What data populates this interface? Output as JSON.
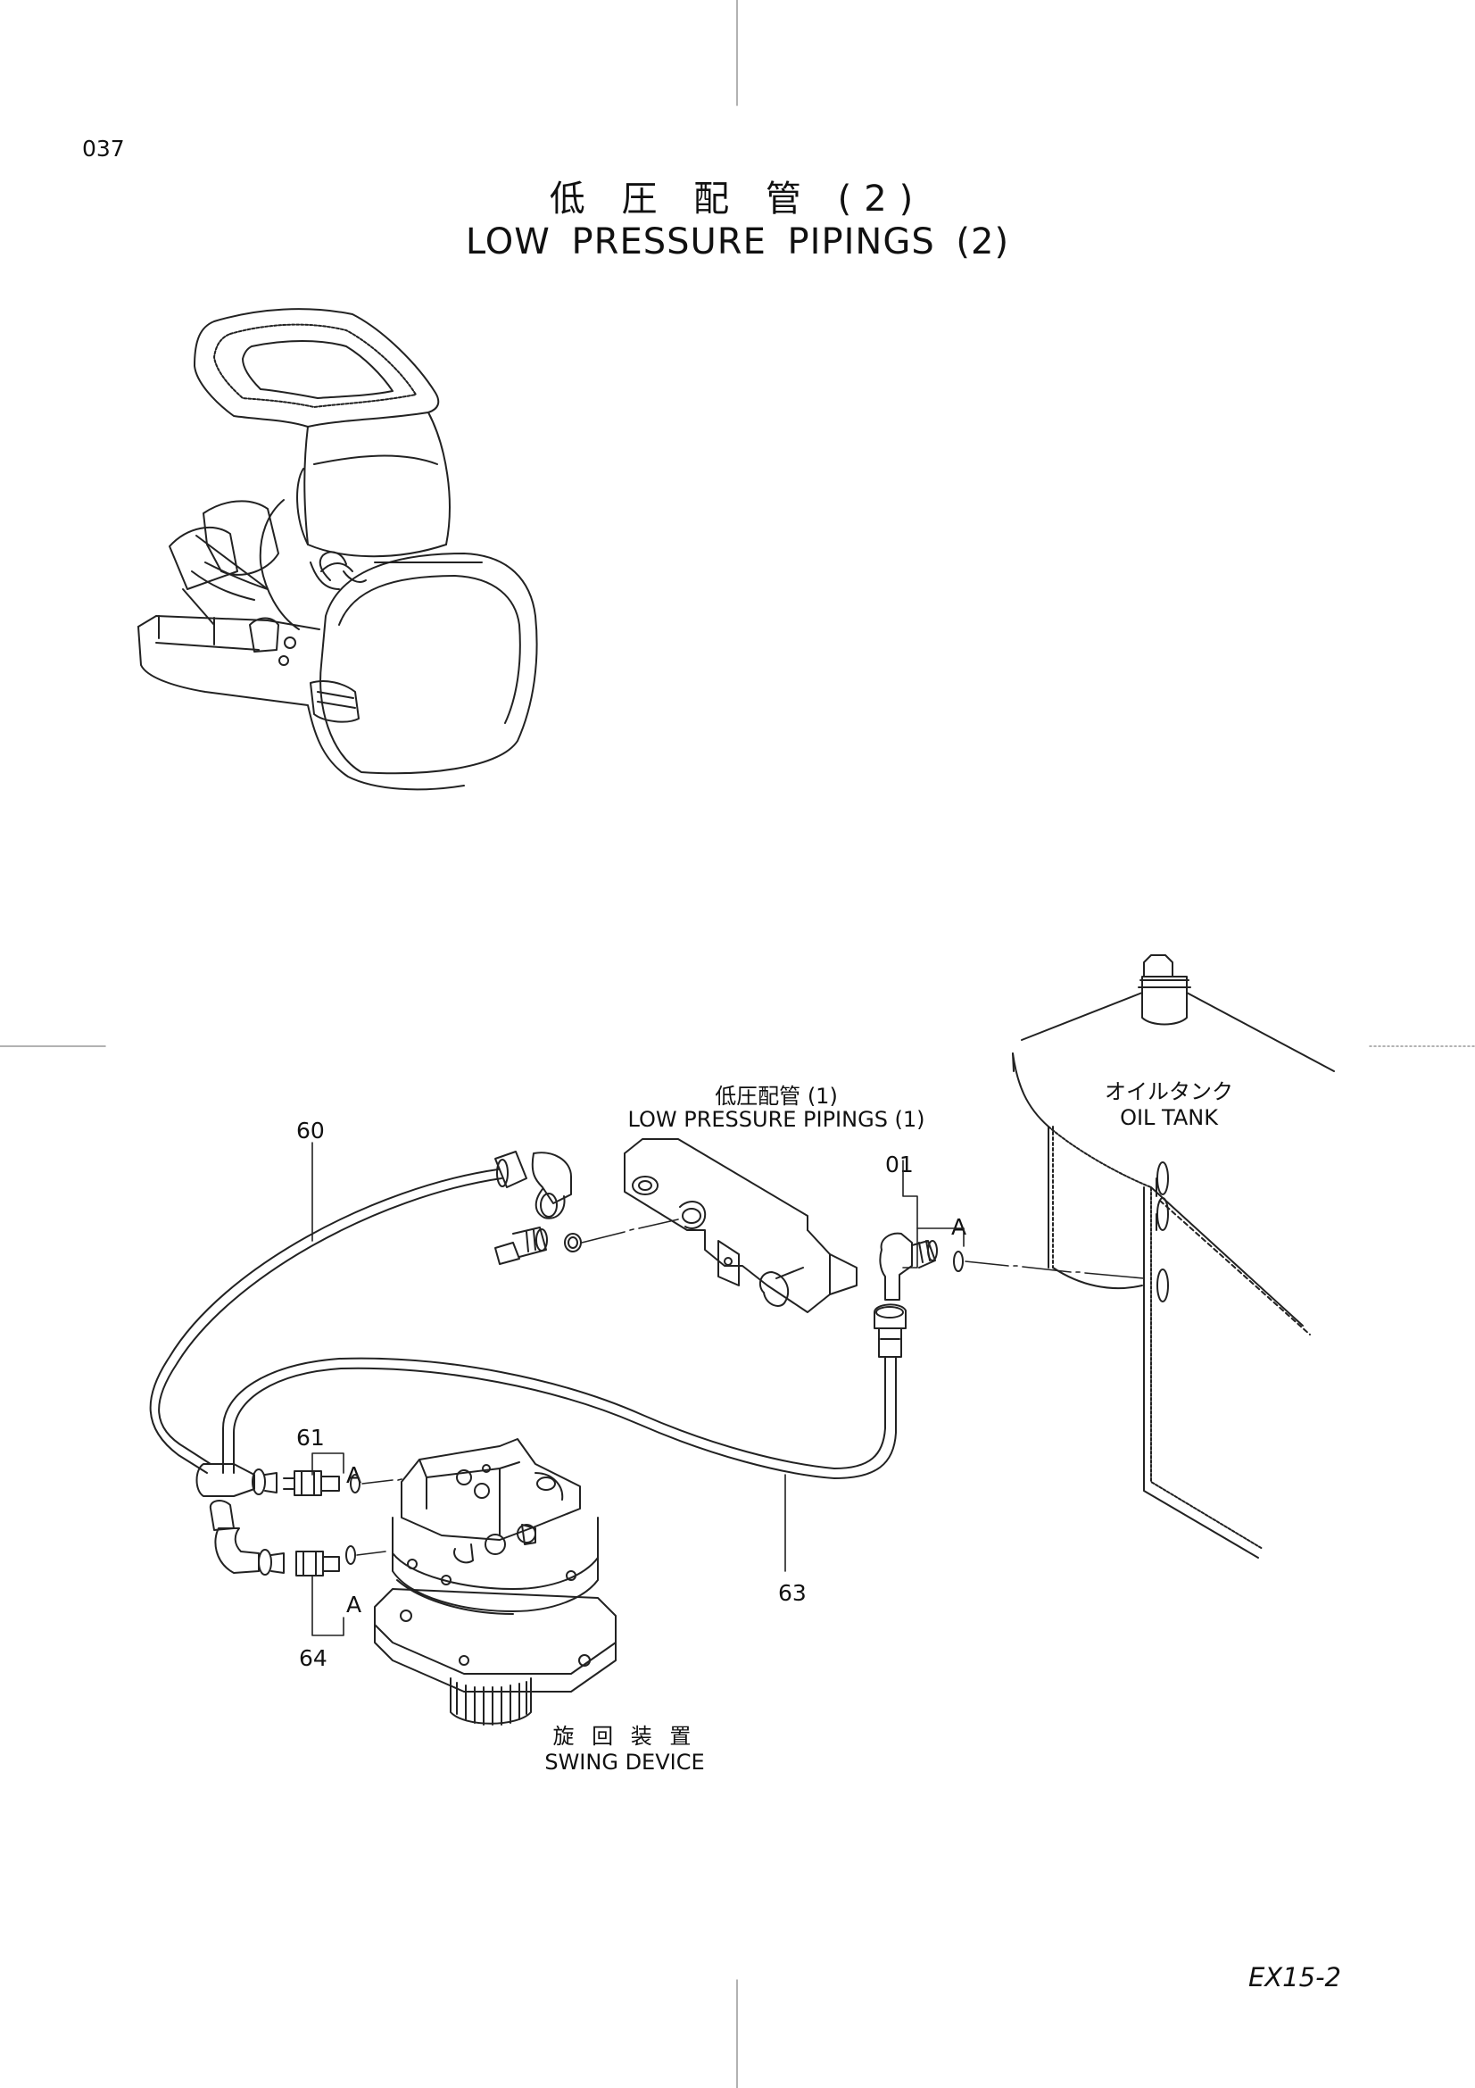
{
  "page": {
    "number": "037",
    "title_jp": "低 圧 配 管 (2)",
    "title_en": "LOW PRESSURE PIPINGS (2)",
    "model_code": "EX15-2"
  },
  "labels": {
    "lp_pipings1_jp": "低圧配管 (1)",
    "lp_pipings1_en": "LOW PRESSURE PIPINGS (1)",
    "oil_tank_jp": "オイルタンク",
    "oil_tank_en": "OIL TANK",
    "swing_device_jp": "旋 回 装 置",
    "swing_device_en": "SWING DEVICE"
  },
  "callouts": {
    "p60": "60",
    "p01": "01",
    "p61": "61",
    "p64": "64",
    "p63": "63",
    "detail_a": "A"
  }
}
